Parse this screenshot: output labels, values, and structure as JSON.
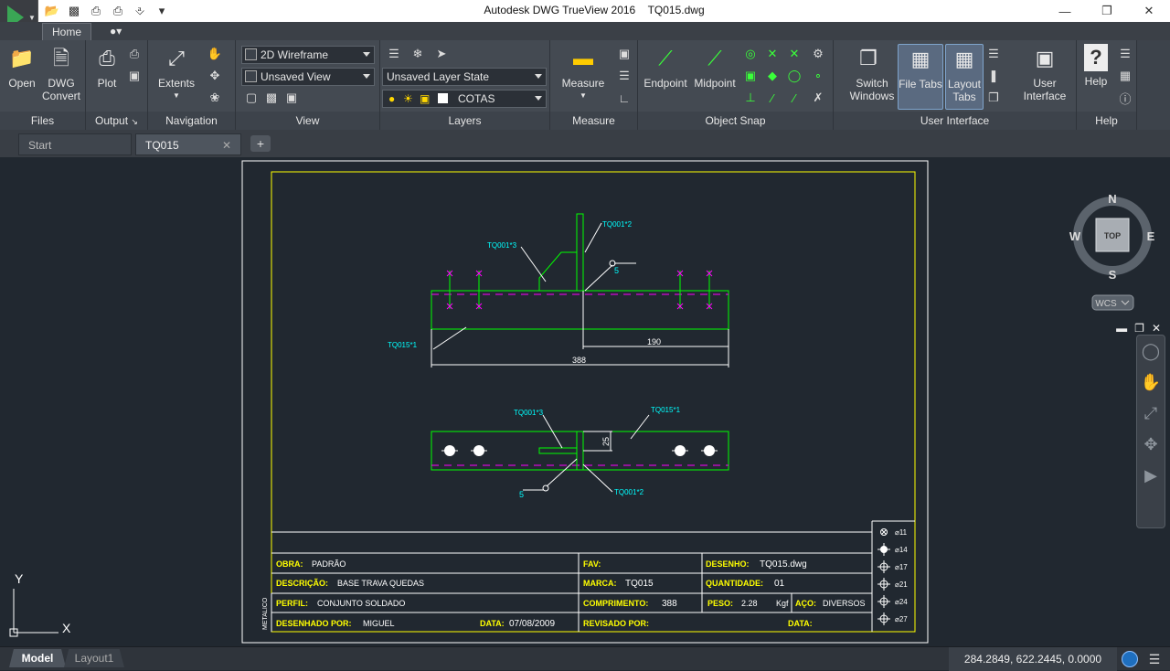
{
  "titlebar": {
    "app_name": "Autodesk DWG TrueView 2016",
    "file_name": "TQ015.dwg"
  },
  "ribbon_tabs": [
    {
      "label": "Home",
      "active": true
    }
  ],
  "ribbon": {
    "files": {
      "label": "Files",
      "open": "Open",
      "dwg_convert": "DWG Convert"
    },
    "output": {
      "label": "Output",
      "plot": "Plot"
    },
    "navigation": {
      "label": "Navigation",
      "extents": "Extents"
    },
    "view": {
      "label": "View",
      "visual_style": "2D Wireframe",
      "named_view": "Unsaved View"
    },
    "layers": {
      "label": "Layers",
      "layer_state": "Unsaved Layer State",
      "current_layer": "COTAS"
    },
    "measure": {
      "label": "Measure",
      "measure": "Measure"
    },
    "object_snap": {
      "label": "Object Snap",
      "endpoint": "Endpoint",
      "midpoint": "Midpoint"
    },
    "user_interface": {
      "label": "User Interface",
      "switch_windows": "Switch Windows",
      "file_tabs": "File Tabs",
      "layout_tabs": "Layout Tabs",
      "user_interface": "User Interface"
    },
    "help": {
      "label": "Help",
      "help": "Help"
    }
  },
  "file_tabs": [
    {
      "label": "Start"
    },
    {
      "label": "TQ015",
      "active": true
    }
  ],
  "viewcube": {
    "north": "N",
    "south": "S",
    "east": "E",
    "west": "W",
    "face": "TOP",
    "ucs": "WCS"
  },
  "ucs_icon": {
    "x": "X",
    "y": "Y"
  },
  "drawing": {
    "colors": {
      "frame": "#ffff00",
      "part": "#00ff00",
      "cyan": "#00ffff",
      "magenta": "#ff00ff",
      "white": "#ffffff"
    },
    "labels": {
      "tq001_2_top": "TQ001*2",
      "tq001_3_top": "TQ001*3",
      "tq015_1_top": "TQ015*1",
      "weld_top": "5",
      "dim_190": "190",
      "dim_388": "388",
      "tq001_3_bot": "TQ001*3",
      "tq015_1_bot": "TQ015*1",
      "dim_25": "25",
      "weld_bot": "5",
      "tq001_2_bot": "TQ001*2"
    },
    "holes": [
      "⌀11",
      "⌀14",
      "⌀17",
      "⌀21",
      "⌀24",
      "⌀27"
    ],
    "title_block": {
      "obra_label": "OBRA:",
      "obra_value": "PADRÃO",
      "fav_label": "FAV:",
      "desenho_label": "DESENHO:",
      "desenho_value": "TQ015.dwg",
      "descricao_label": "DESCRIÇÃO:",
      "descricao_value": "BASE TRAVA QUEDAS",
      "marca_label": "MARCA:",
      "marca_value": "TQ015",
      "quantidade_label": "QUANTIDADE:",
      "quantidade_value": "01",
      "perfil_label": "PERFIL:",
      "perfil_value": "CONJUNTO SOLDADO",
      "comprimento_label": "COMPRIMENTO:",
      "comprimento_value": "388",
      "peso_label": "PESO:",
      "peso_value": "2.28",
      "peso_unit": "Kgf",
      "aco_label": "AÇO:",
      "aco_value": "DIVERSOS",
      "desenhado_label": "DESENHADO POR:",
      "desenhado_value": "MIGUEL",
      "data_label": "DATA:",
      "data_value": "07/08/2009",
      "revisado_label": "REVISADO POR:",
      "data2_label": "DATA:",
      "side_text": "METALICO"
    }
  },
  "statusbar": {
    "model_tab": "Model",
    "layout_tab": "Layout1",
    "coordinates": "284.2849, 622.2445, 0.0000"
  }
}
